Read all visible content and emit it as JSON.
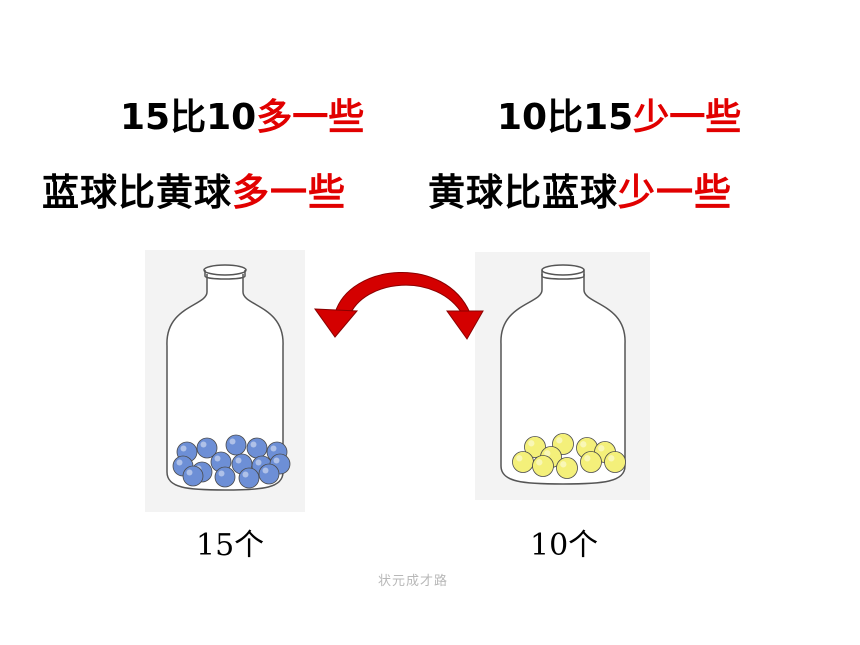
{
  "comparison": {
    "left_number_line": {
      "prefix": "15比10",
      "keyword": "多一些"
    },
    "right_number_line": {
      "prefix": "10比15",
      "keyword": "少一些"
    },
    "left_ball_line": {
      "prefix": "蓝球比黄球",
      "keyword": "多一些"
    },
    "right_ball_line": {
      "prefix": "黄球比蓝球",
      "keyword": "少一些"
    }
  },
  "jars": {
    "blue": {
      "count_label": "15个",
      "ball_count": 15,
      "ball_color": "#6d8fd6"
    },
    "yellow": {
      "count_label": "10个",
      "ball_count": 10,
      "ball_color": "#f4f07a"
    }
  },
  "colors": {
    "keyword": "#e10000",
    "arrow": "#d40000",
    "text": "#000000"
  },
  "watermark": "状元成才路"
}
